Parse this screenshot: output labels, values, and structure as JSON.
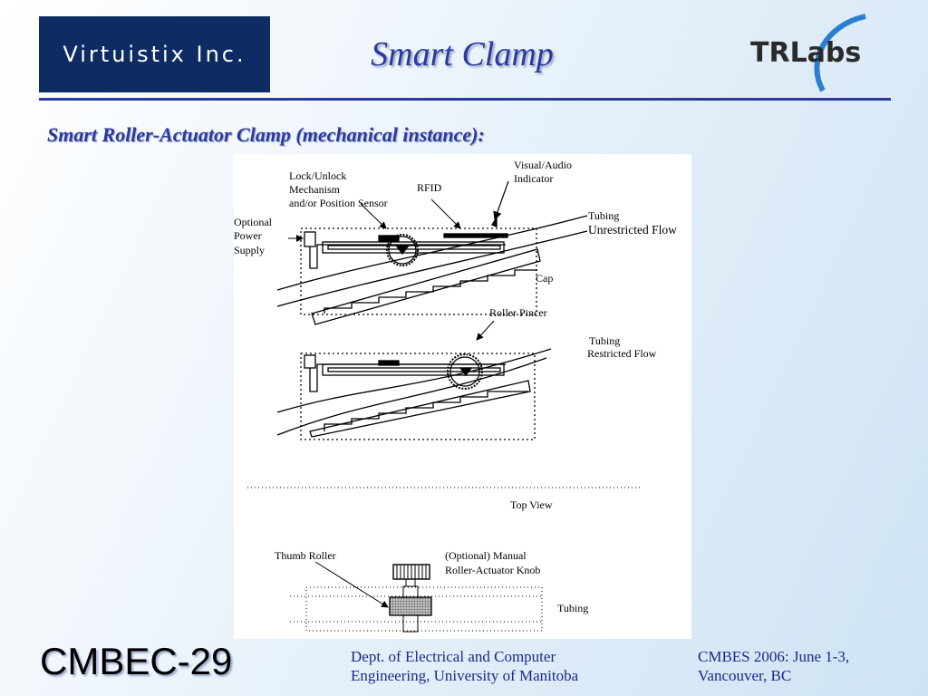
{
  "header": {
    "logo_left": "Virtuistix Inc.",
    "title": "Smart Clamp",
    "logo_right": "TRLabs"
  },
  "subtitle": "Smart Roller-Actuator Clamp (mechanical instance):",
  "diagram": {
    "labels": {
      "visual_audio_1": "Visual/Audio",
      "visual_audio_2": "Indicator",
      "lock_1": "Lock/Unlock",
      "lock_2": "Mechanism",
      "lock_3": "and/or Position Sensor",
      "rfid": "RFID",
      "power_1": "Optional",
      "power_2": "Power",
      "power_3": "Supply",
      "tubing_top": "Tubing",
      "unrestricted": "Unrestricted Flow",
      "cap": "Cap",
      "roller_pincer": "Roller Pincer",
      "tubing_mid": "Tubing",
      "restricted": "Restricted Flow",
      "top_view": "Top View",
      "thumb_roller": "Thumb Roller",
      "knob_1": "(Optional) Manual",
      "knob_2": "Roller-Actuator Knob",
      "tubing_bottom": "Tubing"
    }
  },
  "footer": {
    "left": "CMBEC-29",
    "mid_line1": "Dept. of Electrical and Computer",
    "mid_line2": "Engineering, University of Manitoba",
    "right_line1": "CMBES 2006: June 1-3,",
    "right_line2": "Vancouver, BC"
  },
  "colors": {
    "navy": "#0e2c63",
    "title_blue": "#2b3a9e",
    "footer_blue": "#1a2a8a"
  }
}
